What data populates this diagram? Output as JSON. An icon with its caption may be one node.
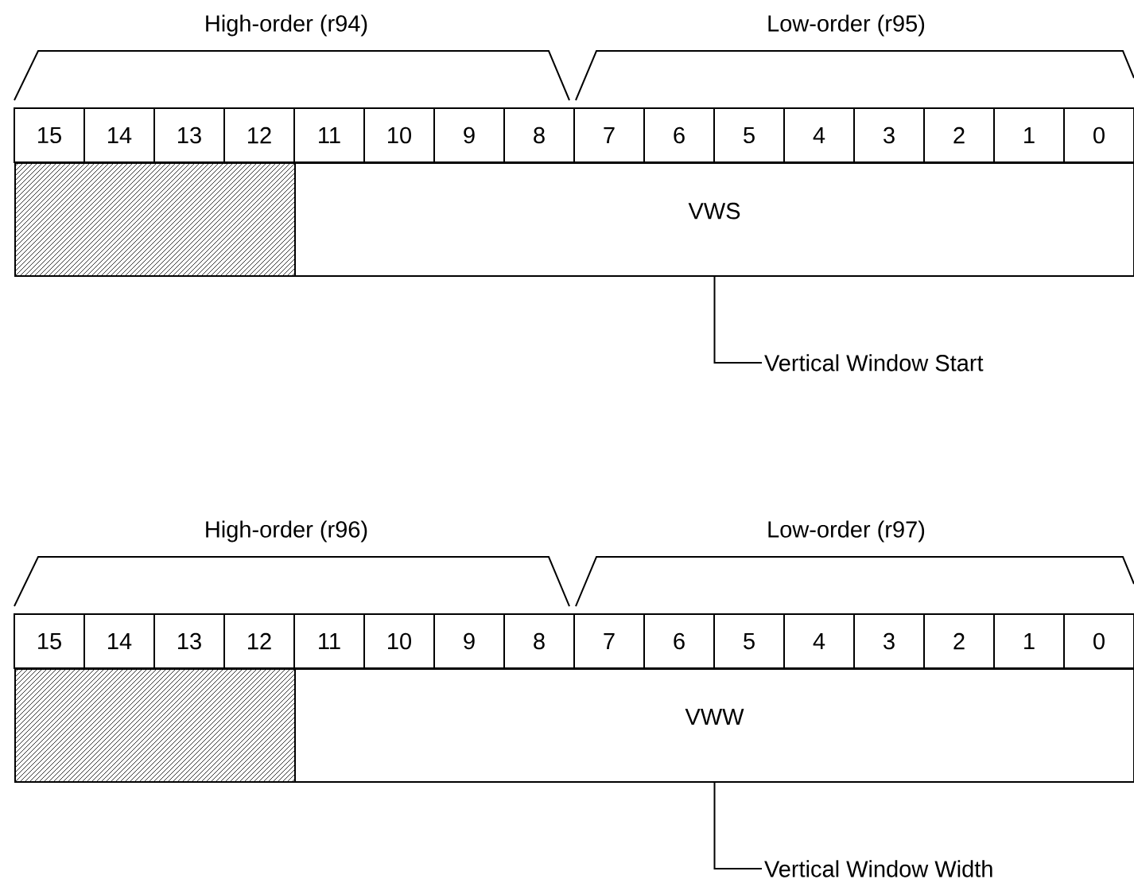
{
  "diagram": {
    "nodes": [
      {
        "text": [
          "15"
        ]
      },
      {
        "text": [
          "14"
        ]
      },
      {
        "text": [
          "13"
        ]
      },
      {
        "text": [
          "12"
        ]
      },
      {
        "text": [
          "11"
        ]
      },
      {
        "text": [
          "10"
        ]
      },
      {
        "text": [
          "9"
        ]
      },
      {
        "text": [
          "8"
        ]
      },
      {
        "text": [
          "7"
        ]
      },
      {
        "text": [
          "6"
        ]
      },
      {
        "text": [
          "5"
        ]
      },
      {
        "text": [
          "4"
        ]
      },
      {
        "text": [
          "3"
        ]
      },
      {
        "text": [
          "2"
        ]
      },
      {
        "text": [
          "1"
        ]
      },
      {
        "text": [
          "0"
        ]
      },
      {
        "text": [],
        "shape": "box"
      },
      {
        "text": [
          "VWS"
        ]
      },
      {
        "text": [
          "Vertical Window Start"
        ]
      },
      {
        "text": [
          "15"
        ]
      },
      {
        "text": [
          "14"
        ]
      },
      {
        "text": [
          "13"
        ]
      },
      {
        "text": [
          "12"
        ]
      },
      {
        "text": [
          "11"
        ]
      },
      {
        "text": [
          "10"
        ]
      },
      {
        "text": [
          "9"
        ]
      },
      {
        "text": [
          "8"
        ]
      },
      {
        "text": [
          "7"
        ]
      },
      {
        "text": [
          "6"
        ]
      },
      {
        "text": [
          "5"
        ]
      },
      {
        "text": [
          "4"
        ]
      },
      {
        "text": [
          "3"
        ]
      },
      {
        "text": [
          "2"
        ]
      },
      {
        "text": [
          "1"
        ]
      },
      {
        "text": [
          "0"
        ]
      },
      {
        "text": [],
        "shape": "box"
      },
      {
        "text": [
          "VWW"
        ]
      },
      {
        "text": [
          "Vertical Window Width"
        ]
      }
    ],
    "edges": [
      {
        "from": 18,
        "to": 17,
        "arrow": "none"
      },
      {
        "from": 37,
        "to": 36,
        "arrow": "none"
      }
    ],
    "labels": [
      "High-order (r94)",
      "Low-order (r95)",
      "High-order (r96)",
      "Low-order (r97)"
    ]
  }
}
